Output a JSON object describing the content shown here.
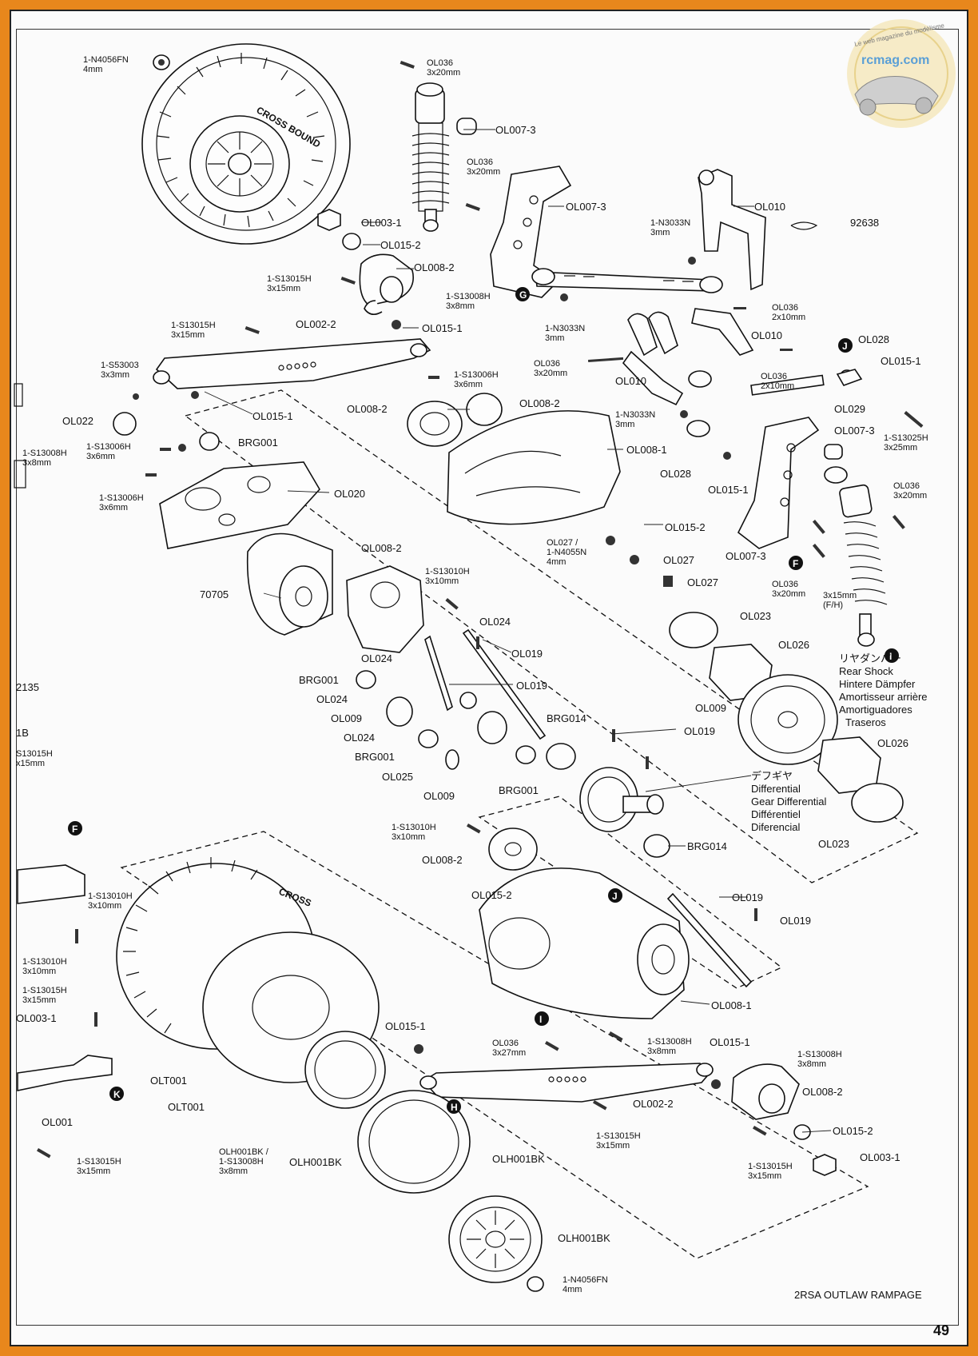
{
  "header": {
    "watermark": "rcmag.com",
    "watermark_tagline": "Le web magazine du modélisme"
  },
  "footer": {
    "model_name": "2RSA OUTLAW RAMPAGE",
    "page_number": "49"
  },
  "tire_text": {
    "front_tire": "CROSS BOUND",
    "sidewall": "CROSS"
  },
  "callouts": [
    "F",
    "G",
    "I",
    "J",
    "K",
    "H"
  ],
  "labels": {
    "n4056fn_top": [
      "1-N4056FN",
      "4mm"
    ],
    "ol036_a": [
      "OL036",
      "3x20mm"
    ],
    "ol007_3_a": "OL007-3",
    "ol036_b": [
      "OL036",
      "3x20mm"
    ],
    "ol007_3_b": "OL007-3",
    "ol010_top": "OL010",
    "n3033n_a": [
      "1-N3033N",
      "3mm"
    ],
    "p92638": "92638",
    "ol003_1_top": "OL003-1",
    "ol015_2_top": "OL015-2",
    "ol008_2_top": "OL008-2",
    "s13015h_a": [
      "1-S13015H",
      "3x15mm"
    ],
    "s13008h_a": [
      "1-S13008H",
      "3x8mm"
    ],
    "n3033n_b": [
      "1-N3033N",
      "3mm"
    ],
    "ol036_2x10_a": [
      "OL036",
      "2x10mm"
    ],
    "s13015h_b": [
      "1-S13015H",
      "3x15mm"
    ],
    "ol002_2_top": "OL002-2",
    "ol015_1_a": "OL015-1",
    "ol010_mid": "OL010",
    "ol028_top": "OL028",
    "s53003": [
      "1-S53003",
      "3x3mm"
    ],
    "s13006h_a": [
      "1-S13006H",
      "3x6mm"
    ],
    "ol036_3x20_c": [
      "OL036",
      "3x20mm"
    ],
    "ol010_left": "OL010",
    "ol036_2x10_b": [
      "OL036",
      "2x10mm"
    ],
    "ol015_1_b": "OL015-1",
    "ol015_1_c": "OL015-1",
    "ol008_2_mid_l": "OL008-2",
    "ol008_2_mid_r": "OL008-2",
    "ol029": "OL029",
    "ol022": "OL022",
    "n3033n_c": [
      "1-N3033N",
      "3mm"
    ],
    "s13025h": [
      "1-S13025H",
      "3x25mm"
    ],
    "s13008h_b": [
      "1-S13008H",
      "3x8mm"
    ],
    "s13006h_b": [
      "1-S13006H",
      "3x6mm"
    ],
    "brg001_a": "BRG001",
    "ol008_1_top": "OL008-1",
    "ol007_3_c": "OL007-3",
    "ol028_mid": "OL028",
    "ol036_3x20_d": [
      "OL036",
      "3x20mm"
    ],
    "s13006h_c": [
      "1-S13006H",
      "3x6mm"
    ],
    "ol020": "OL020",
    "ol015_1_d": "OL015-1",
    "ol015_2_mid": "OL015-2",
    "ol008_2_motor": "OL008-2",
    "ol027_n4055n": [
      "OL027 /",
      "1-N4055N",
      "4mm"
    ],
    "ol007_3_d": "OL007-3",
    "ol027_a": "OL027",
    "s13010h_a": [
      "1-S13010H",
      "3x10mm"
    ],
    "m70705": "70705",
    "ol027_b": "OL027",
    "ol036_3x20_e": [
      "OL036",
      "3x20mm"
    ],
    "x3x15_fh": [
      "3x15mm",
      "(F/H)"
    ],
    "ol023_a": "OL023",
    "ol024_a": "OL024",
    "ol024_b": "OL024",
    "ol019_a": "OL019",
    "ol026_a": "OL026",
    "rear_shock": [
      "リヤダンパー",
      "Rear Shock",
      "Hintere Dämpfer",
      "Amortisseur arrière",
      "Amortiguadores",
      "Traseros"
    ],
    "brg001_b": "BRG001",
    "ol024_c": "OL024",
    "ol019_b": "OL019",
    "p2135": "2135",
    "ol009_a": "OL009",
    "brg014_a": "BRG014",
    "ol009_b": "OL009",
    "ol024_d": "OL024",
    "ol019_c": "OL019",
    "p1b": "1B",
    "s13015h_c": [
      "S13015H",
      "x15mm"
    ],
    "brg001_c": "BRG001",
    "ol026_b": "OL026",
    "ol025": "OL025",
    "brg001_d": "BRG001",
    "ol009_c": "OL009",
    "differential": [
      "デフギヤ",
      "Differential",
      "Gear Differential",
      "Différentiel",
      "Diferencial"
    ],
    "s13010h_b": [
      "1-S13010H",
      "3x10mm"
    ],
    "ol023_b": "OL023",
    "brg014_b": "BRG014",
    "ol008_2_low": "OL008-2",
    "s13010h_c": [
      "1-S13010H",
      "3x10mm"
    ],
    "ol019_d": "OL019",
    "ol015_2_low": "OL015-2",
    "ol019_e": "OL019",
    "s13010h_d": [
      "1-S13010H",
      "3x10mm"
    ],
    "s13015h_d": [
      "1-S13015H",
      "3x15mm"
    ],
    "ol003_1_left": "OL003-1",
    "ol008_1_low": "OL008-1",
    "ol015_1_e": "OL015-1",
    "ol015_1_f": "OL015-1",
    "s13008h_c": [
      "1-S13008H",
      "3x8mm"
    ],
    "ol036_3x27": [
      "OL036",
      "3x27mm"
    ],
    "s13008h_d": [
      "1-S13008H",
      "3x8mm"
    ],
    "olt001_a": "OLT001",
    "olt001_b": "OLT001",
    "ol008_2_right": "OL008-2",
    "ol002_2_low": "OL002-2",
    "ol001": "OL001",
    "ol015_2_right": "OL015-2",
    "s13015h_e": [
      "1-S13015H",
      "3x15mm"
    ],
    "olh001bk_s13008h": [
      "OLH001BK /",
      "1-S13008H",
      "3x8mm"
    ],
    "olh001bk_a": "OLH001BK",
    "olh001bk_b": "OLH001BK",
    "ol003_1_right": "OL003-1",
    "s13015h_f": [
      "1-S13015H",
      "3x15mm"
    ],
    "s13015h_g": [
      "1-S13015H",
      "3x15mm"
    ],
    "olh001bk_c": "OLH001BK",
    "n4056fn_bottom": [
      "1-N4056FN",
      "4mm"
    ]
  }
}
